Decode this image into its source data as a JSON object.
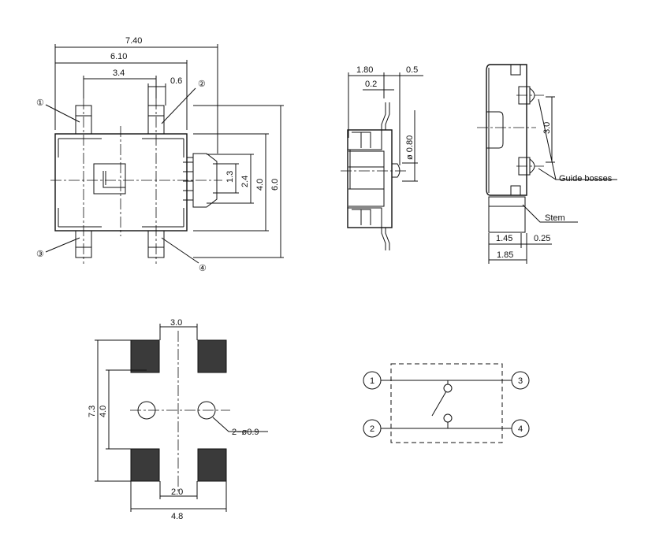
{
  "top_view": {
    "dims": {
      "overall_width": "7.40",
      "body_width": "6.10",
      "pin_pitch": "3.4",
      "pin_width": "0.6",
      "height_total": "6.0",
      "body_height": "4.0",
      "stem_width": "2.4",
      "stem_inner": "1.3"
    },
    "pin_labels": [
      "①",
      "②",
      "③",
      "④"
    ]
  },
  "side_view": {
    "dims": {
      "width": "1.80",
      "offset": "0.5",
      "lead": "0.2",
      "boss_dia": "ø 0.80"
    }
  },
  "end_view": {
    "dims": {
      "boss_pitch": "3.0",
      "body_depth": "1.45",
      "stem_offset": "0.25",
      "total_depth": "1.85"
    },
    "callouts": {
      "guide_bosses": "Guide bosses",
      "stem": "Stem"
    }
  },
  "footprint": {
    "dims": {
      "pad_pitch_top": "3.0",
      "pad_span_v": "7.3",
      "inner_v": "4.0",
      "pad_gap": "2.0",
      "pad_span_h": "4.8"
    },
    "hole_label": "2−ø0.9"
  },
  "schematic": {
    "terminals": [
      "1",
      "3",
      "2",
      "4"
    ]
  }
}
